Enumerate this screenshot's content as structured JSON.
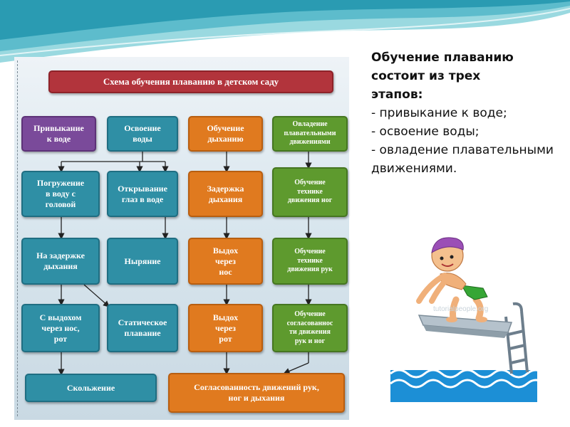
{
  "diagram": {
    "title": "Схема обучения плаванию в детском саду",
    "nodes": {
      "n1": "Привыкание\nк воде",
      "n2": "Освоение\nводы",
      "n3": "Обучение\nдыханию",
      "n4": "Овладение\nплавательными\nдвижениями",
      "n5": "Погружение\nв воду с\nголовой",
      "n6": "Открывание\nглаз в  воде",
      "n7": "Задержка\nдыхания",
      "n8": "Обучение\nтехнике\nдвижения ног",
      "n9": "На задержке\nдыхания",
      "n10": "Ныряние",
      "n11": "Выдох\nчерез\nнос",
      "n12": "Обучение\nтехнике\nдвижения рук",
      "n13": "С выдохом\nчерез нос,\nрот",
      "n14": "Статическое\nплавание",
      "n15": "Выдох\nчерез\nрот",
      "n16": "Обучение\nсогласованнос\nти движения\nрук и ног",
      "n17": "Скольжение",
      "n18": "Согласованность движений  рук,\nног и дыхания"
    }
  },
  "text": {
    "heading": "Обучение плаванию\nсостоит из трех\nэтапов:",
    "items": [
      "- привыкание к воде;",
      "- освоение воды;",
      "- овладение плавательными движениями."
    ]
  },
  "illustration": {
    "watermark": "tutorialpeople.org"
  }
}
